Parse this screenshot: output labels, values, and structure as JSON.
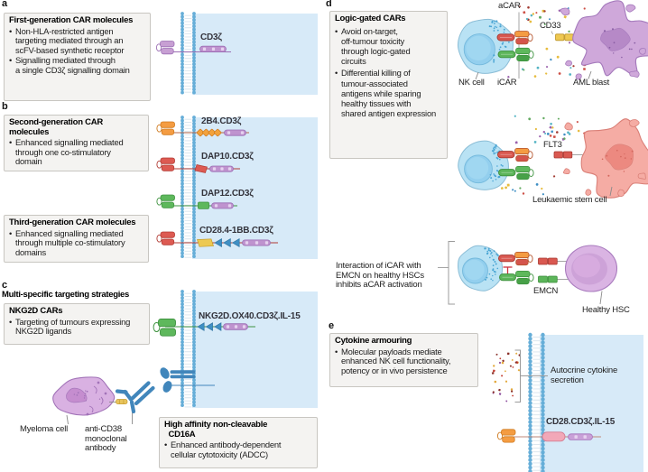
{
  "figure": {
    "type": "scientific-diagram",
    "topic": "CAR-NK cell engineering strategies"
  },
  "bullet_char": "•",
  "panels": {
    "a": {
      "letter": "a",
      "info_box": {
        "title": "First-generation CAR molecules",
        "bullets": [
          "Non-HLA-restricted antigen\ntargeting mediated through an\nscFV-based synthetic receptor",
          "Signalling mediated through\na single CD3ζ signalling domain"
        ]
      },
      "molecule_label": "CD3ζ"
    },
    "b": {
      "letter": "b",
      "second_gen_box": {
        "title": "Second-generation CAR\nmolecules",
        "bullets": [
          "Enhanced signalling mediated\nthrough one co-stimulatory\ndomain"
        ]
      },
      "third_gen_box": {
        "title": "Third-generation CAR molecules",
        "bullets": [
          "Enhanced signalling mediated\nthrough multiple co-stimulatory\ndomains"
        ]
      },
      "molecule_labels": {
        "r1": "2B4.CD3ζ",
        "r2": "DAP10.CD3ζ",
        "r3": "DAP12.CD3ζ",
        "r4": "CD28.4-1BB.CD3ζ"
      }
    },
    "c": {
      "letter": "c",
      "heading": "Multi-specific targeting strategies",
      "nkg2d_box": {
        "title": "NKG2D CARs",
        "bullets": [
          "Targeting of tumours expressing\nNKG2D ligands"
        ]
      },
      "cd16a_box": {
        "title": "High affinity non-cleavable\n CD16A",
        "bullets": [
          "Enhanced antibody-dependent\ncellular cytotoxicity (ADCC)"
        ]
      },
      "molecule_label": "NKG2D.OX40.CD3ζ.IL-15",
      "labels": {
        "myeloma": "Myeloma cell",
        "antibody": "anti-CD38\nmonoclonal\nantibody"
      }
    },
    "d": {
      "letter": "d",
      "info_box": {
        "title": "Logic-gated CARs",
        "bullets": [
          "Avoid on-target,\noff-tumour toxicity\nthrough logic-gated\ncircuits",
          "Differential killing of\ntumour-associated\nantigens while sparing\nhealthy tissues with\nshared antigen expression"
        ]
      },
      "labels": {
        "acar": "aCAR",
        "icar": "iCAR",
        "nk_cell": "NK cell",
        "cd33": "CD33",
        "aml_blast": "AML blast",
        "flt3": "FLT3",
        "leukaemic_stem_cell": "Leukaemic stem cell",
        "emcn": "EMCN",
        "healthy_hsc": "Healthy HSC",
        "annotation": "Interaction of iCAR with\nEMCN on healthy HSCs\ninhibits aCAR activation"
      }
    },
    "e": {
      "letter": "e",
      "info_box": {
        "title": "Cytokine armouring",
        "bullets": [
          "Molecular payloads mediate\nenhanced NK cell functionality,\npotency or in vivo persistence"
        ]
      },
      "labels": {
        "secretion": "Autocrine cytokine\nsecretion",
        "receptor": "CD28.CD3ζ.IL-15"
      }
    }
  },
  "colors": {
    "background": "#ffffff",
    "cell_interior_blue": "#d7eaf8",
    "membrane_bead_blue": "#66aed8",
    "info_box_bg": "#f4f3f1",
    "info_box_border": "#c8c6c1",
    "cd3_zeta_purple": "#bf93cf",
    "scfv_purple": "#c79fd3",
    "domain_orange": "#f49c42",
    "domain_red": "#dd5a52",
    "domain_green": "#5eb85c",
    "domain_yellow": "#edc952",
    "costim_blue": "#3f8fc4",
    "il15_pink": "#f2a8b8",
    "antibody_blue": "#4186bb",
    "nk_cell_blue": "#b9e2f4",
    "aml_blast_purple": "#cfa8da",
    "leukaemic_cell_red": "#f5aca4",
    "healthy_hsc_purple": "#dab4e3",
    "myeloma_purple": "#d9b1e2"
  }
}
